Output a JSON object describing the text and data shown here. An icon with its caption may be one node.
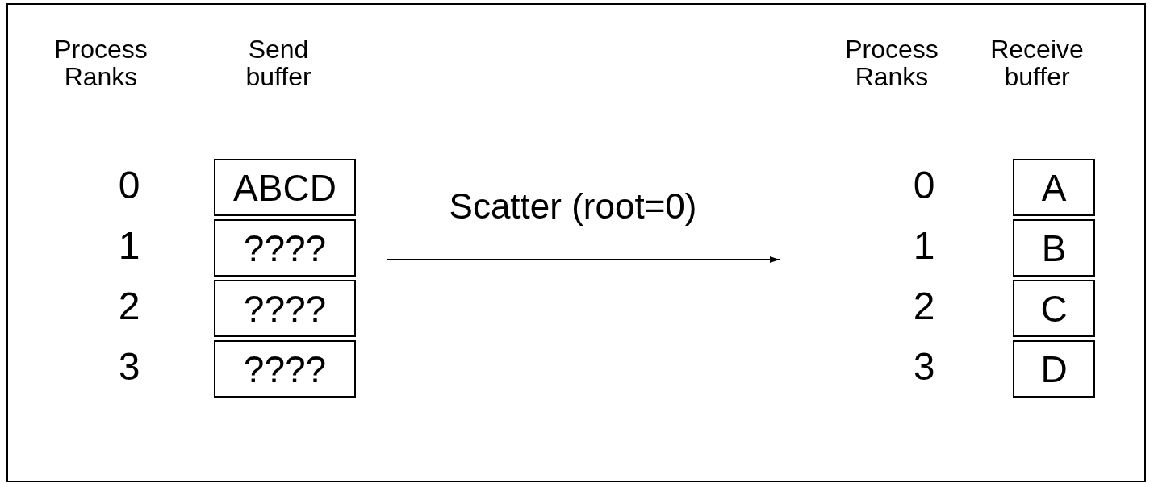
{
  "diagram": {
    "nodes": [
      {
        "text": [
          "ABCD"
        ]
      },
      {
        "text": [
          "????"
        ]
      },
      {
        "text": [
          "????"
        ]
      },
      {
        "text": [
          "????"
        ]
      },
      {
        "text": [
          "A"
        ]
      },
      {
        "text": [
          "B"
        ]
      },
      {
        "text": [
          "C"
        ]
      },
      {
        "text": [
          "D"
        ]
      }
    ],
    "edges": [],
    "labels": [
      "Process Ranks",
      "Send buffer",
      "Process Ranks",
      "Receive buffer",
      "0",
      "0",
      "Scatter (root=0)",
      "1",
      "1",
      "2",
      "2",
      "3",
      "3"
    ]
  }
}
